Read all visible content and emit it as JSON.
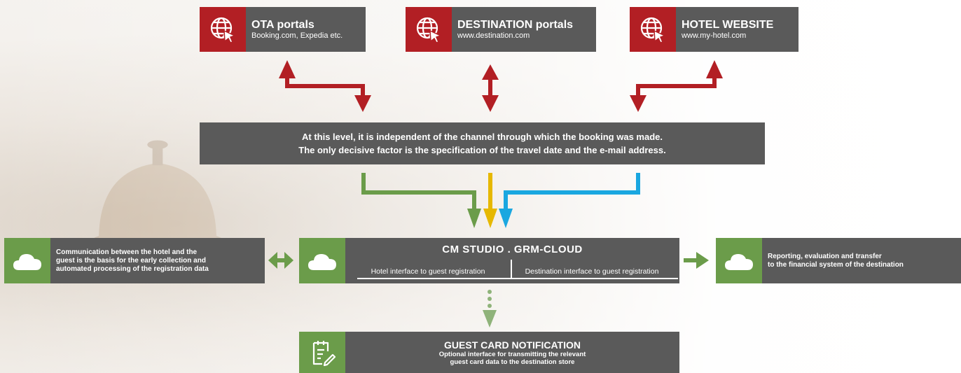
{
  "portals": [
    {
      "title": "OTA portals",
      "subtitle": "Booking.com, Expedia etc."
    },
    {
      "title": "DESTINATION portals",
      "subtitle": "www.destination.com"
    },
    {
      "title": "HOTEL WEBSITE",
      "subtitle": "www.my-hotel.com"
    }
  ],
  "center": {
    "line1": "At this level, it is independent of the channel through which the booking was made.",
    "line2": "The only decisive factor is the specification of the travel date and the e-mail address."
  },
  "left_box": {
    "line1": "Communication between the hotel and the",
    "line2": "guest is the basis for the early collection and",
    "line3": "automated processing of the registration data"
  },
  "cm": {
    "title": "CM STUDIO . GRM-CLOUD",
    "left_label": "Hotel interface to guest registration",
    "right_label": "Destination interface to guest registration"
  },
  "right_box": {
    "line1": "Reporting, evaluation and transfer",
    "line2": "to the financial system of the destination"
  },
  "guest_card": {
    "title": "GUEST CARD NOTIFICATION",
    "line1": "Optional interface for transmitting the relevant",
    "line2": "guest card data to the destination store"
  },
  "colors": {
    "red": "#b21f24",
    "gray": "#5a5a5a",
    "green": "#6b9c4a",
    "yellow": "#e6b800",
    "blue": "#1aa7e0"
  },
  "icons": [
    "globe-cursor-icon",
    "cloud-icon",
    "clipboard-edit-icon"
  ]
}
